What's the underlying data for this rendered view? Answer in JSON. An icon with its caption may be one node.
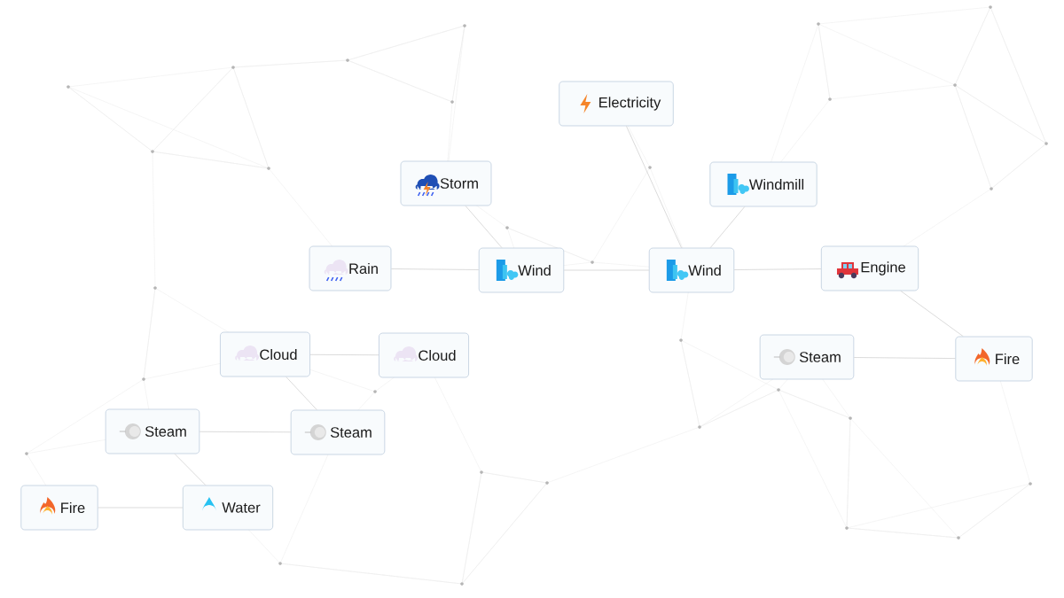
{
  "diagram": {
    "nodes": [
      {
        "text": [
          "Electricity"
        ]
      },
      {
        "text": [
          "Storm"
        ]
      },
      {
        "text": [
          "Windmill"
        ]
      },
      {
        "text": [
          "Rain"
        ]
      },
      {
        "text": [
          "Wind"
        ]
      },
      {
        "text": [
          "Wind"
        ]
      },
      {
        "text": [
          "Engine"
        ]
      },
      {
        "text": [
          "Cloud"
        ]
      },
      {
        "text": [
          "Cloud"
        ]
      },
      {
        "text": [
          "Steam"
        ]
      },
      {
        "text": [
          "Fire"
        ]
      },
      {
        "text": [
          "Steam"
        ]
      },
      {
        "text": [
          "Steam"
        ]
      },
      {
        "text": [
          "Fire"
        ]
      },
      {
        "text": [
          "Water"
        ]
      }
    ],
    "edges": [
      {
        "from": 13,
        "to": 14,
        "arrow": "none"
      },
      {
        "from": 11,
        "to": 12,
        "arrow": "none"
      },
      {
        "from": 7,
        "to": 8,
        "arrow": "none"
      },
      {
        "from": 3,
        "to": 4,
        "arrow": "none"
      },
      {
        "from": 4,
        "to": 5,
        "arrow": "none"
      },
      {
        "from": 5,
        "to": 6,
        "arrow": "none"
      },
      {
        "from": 9,
        "to": 10,
        "arrow": "none"
      },
      {
        "from": 1,
        "to": 4,
        "arrow": "none"
      },
      {
        "from": 2,
        "to": 5,
        "arrow": "none"
      },
      {
        "from": 6,
        "to": 10,
        "arrow": "none"
      },
      {
        "from": 0,
        "to": 5,
        "arrow": "none"
      },
      {
        "from": 11,
        "to": 14,
        "arrow": "none"
      },
      {
        "from": 7,
        "to": 12,
        "arrow": "none"
      }
    ]
  }
}
